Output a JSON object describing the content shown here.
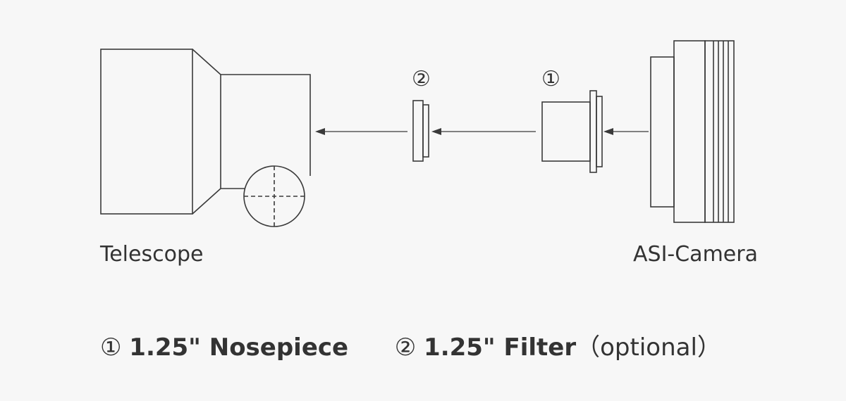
{
  "labels": {
    "telescope": "Telescope",
    "camera": "ASI-Camera",
    "badge_1": "①",
    "badge_2": "②"
  },
  "legend": {
    "item1_marker": "①",
    "item1_text": "1.25\" Nosepiece",
    "item2_marker": "②",
    "item2_text": "1.25\" Filter",
    "item2_note": "（optional）"
  },
  "colors": {
    "line": "#3a3a3a",
    "text": "#333333",
    "background": "#f7f7f7"
  }
}
